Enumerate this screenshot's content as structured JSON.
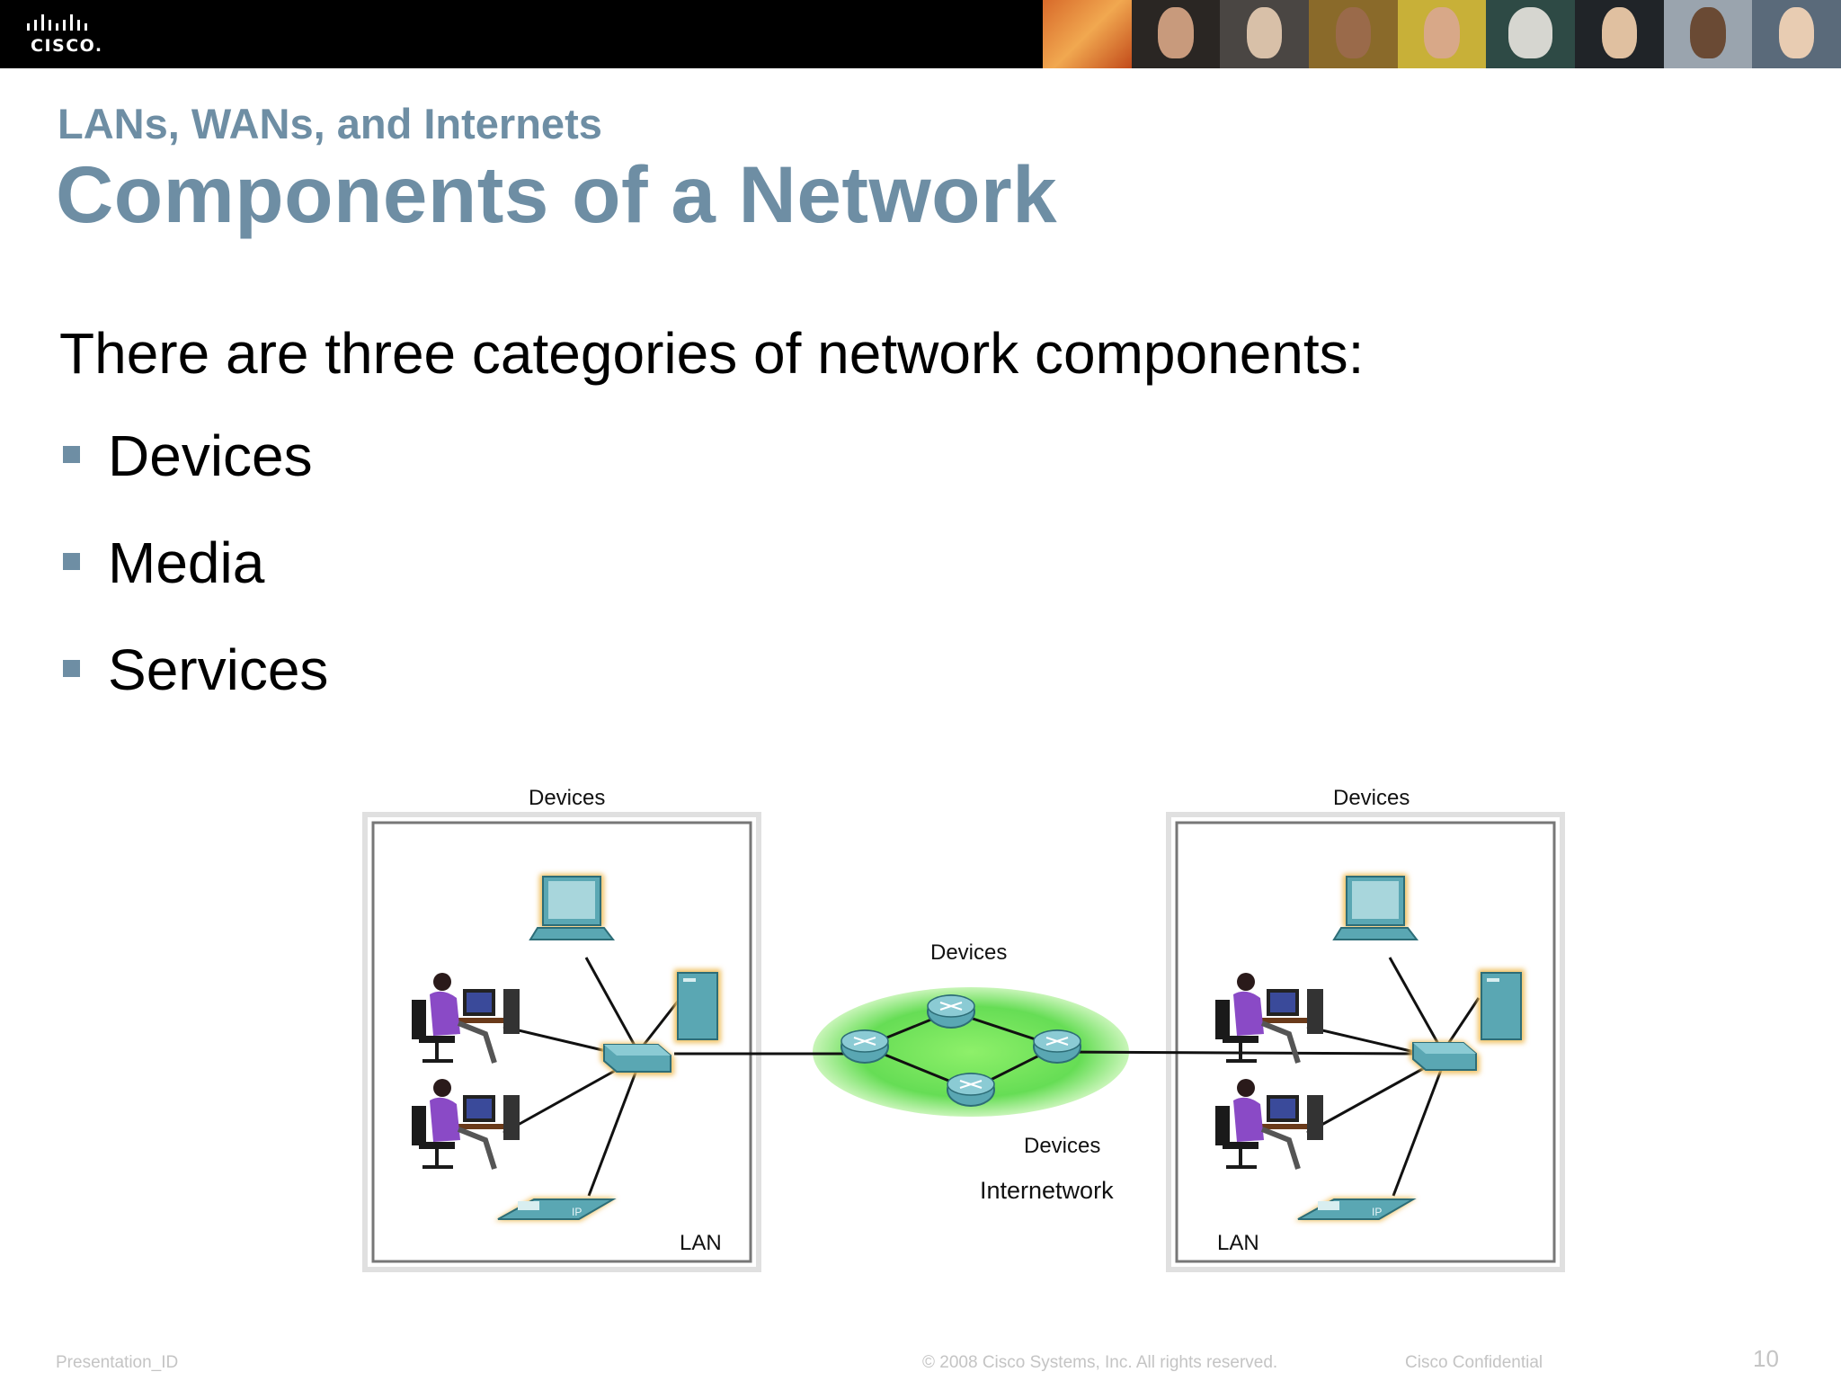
{
  "header": {
    "logo_text": "CISCO.",
    "photo_strip": [
      "photo-1",
      "photo-2",
      "photo-3",
      "photo-4",
      "photo-5",
      "photo-6",
      "photo-7",
      "photo-8",
      "photo-9"
    ]
  },
  "slide": {
    "subtitle": "LANs, WANs, and Internets",
    "title": "Components of a Network",
    "intro": "There are three categories of network components:",
    "bullets": [
      "Devices",
      "Media",
      "Services"
    ]
  },
  "diagram": {
    "left_lan": {
      "devices_label": "Devices",
      "lan_label": "LAN"
    },
    "right_lan": {
      "devices_label": "Devices",
      "lan_label": "LAN"
    },
    "internetwork": {
      "devices_top_label": "Devices",
      "devices_bottom_label": "Devices",
      "label": "Internetwork"
    },
    "colors": {
      "cloud": "#66dd55",
      "device": "#5aa7b3",
      "glow": "#f0c060",
      "frame": "#777777"
    }
  },
  "footer": {
    "presentation_id": "Presentation_ID",
    "copyright": "© 2008 Cisco Systems, Inc. All rights reserved.",
    "confidential": "Cisco Confidential",
    "page_number": "10"
  }
}
